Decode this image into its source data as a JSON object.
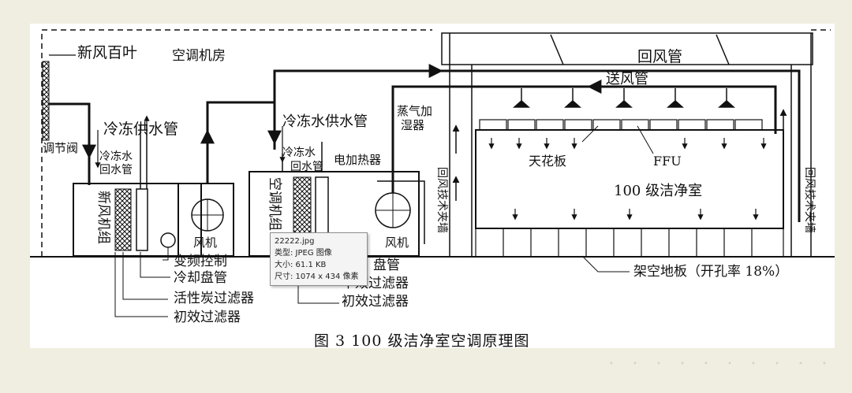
{
  "labels": {
    "fresh_louver": "新风百叶",
    "ac_room": "空调机房",
    "return_duct": "回风管",
    "supply_duct": "送风管",
    "chilled_supply_1": "冷冻供水管",
    "chilled_supply_2": "冷冻水供水管",
    "damper": "调节阀",
    "chilled_return_1a": "冷冻水",
    "chilled_return_1b": "回水管",
    "chilled_return_2a": "冷冻水",
    "chilled_return_2b": "回水管",
    "steam_humid_a": "蒸气加",
    "steam_humid_b": "湿器",
    "heater": "电加热器",
    "ceiling": "天花板",
    "ffu": "FFU",
    "cleanroom": "100 级洁净室",
    "fresh_unit": "新风机组",
    "ac_unit": "空调机组",
    "fan_1": "风机",
    "fan_2": "风机",
    "return_wall_left": "回风技术夹墙",
    "return_wall_right": "回风技术夹墙",
    "vfd": "变频控制",
    "cooling_coil": "冷却盘管",
    "carbon_filter": "活性炭过滤器",
    "primary_filter": "初效过滤器",
    "coil_2": "盘管",
    "medium_filter": "中效过滤器",
    "primary_filter_2": "初效过滤器",
    "raised_floor": "架空地板（开孔率 18%）"
  },
  "caption": "图 3    100 级洁净室空调原理图",
  "tooltip": {
    "filename": "22222.jpg",
    "type": "类型: JPEG 图像",
    "size": "大小: 61.1 KB",
    "dims": "尺寸: 1074 x 434 像素"
  }
}
